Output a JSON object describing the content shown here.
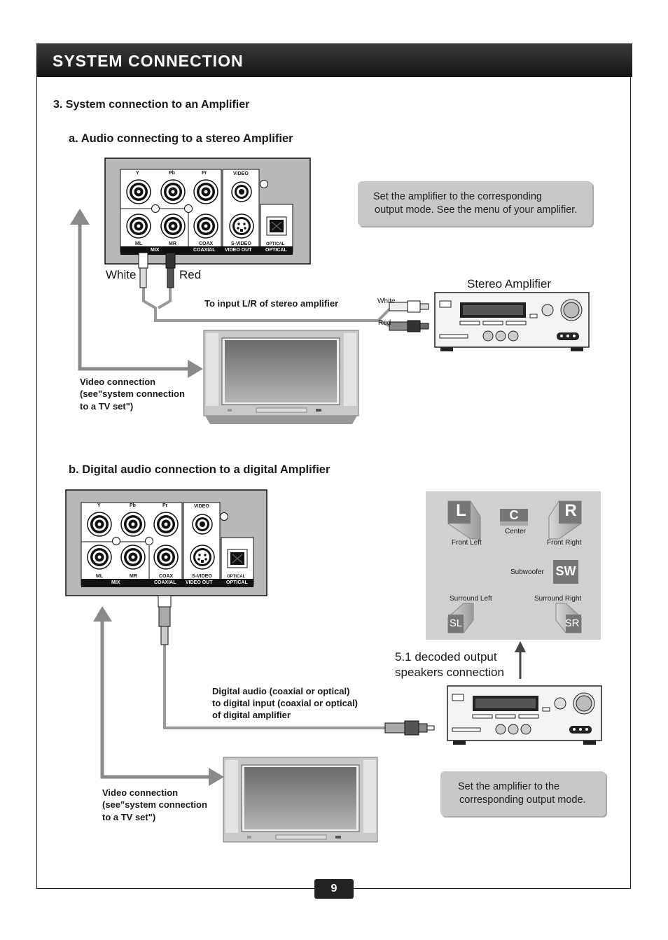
{
  "header": {
    "title": "SYSTEM CONNECTION"
  },
  "section": {
    "heading": "3. System connection to an  Amplifier"
  },
  "part_a": {
    "heading": "a. Audio connecting to a stereo Amplifier",
    "note_line1": "Set the amplifier to the corresponding",
    "note_line2": "output mode. See the menu of your amplifier.",
    "white_label": "White",
    "red_label": "Red",
    "stereo_amp_label": "Stereo Amplifier",
    "input_label": "To input L/R of stereo amplifier",
    "plug_white": "White",
    "plug_red": "Red",
    "video_line1": "Video connection",
    "video_line2": "(see\"system connection",
    "video_line3": "to a TV set\")"
  },
  "part_b": {
    "heading": "b. Digital audio connection to a digital Amplifier",
    "decoded_line1": "5.1 decoded output",
    "decoded_line2": "speakers connection",
    "digital_line1": "Digital audio  (coaxial or optical)",
    "digital_line2": "to digital input  (coaxial or optical)",
    "digital_line3": "of digital amplifier",
    "video_line1": "Video connection",
    "video_line2": "(see\"system connection",
    "video_line3": "to a TV set\")",
    "note_line1": "Set the amplifier to the",
    "note_line2": "corresponding output mode."
  },
  "panel_labels": {
    "y": "Y",
    "pb": "Pb",
    "pr": "Pr",
    "video": "VIDEO",
    "ml": "ML",
    "mr": "MR",
    "coax": "COAX",
    "svideo": "S-VIDEO",
    "optical_small": "OPTICAL",
    "mix": "MIX",
    "coaxial": "COAXIAL",
    "video_out": "VIDEO OUT",
    "optical": "OPTICAL"
  },
  "speakers": {
    "l": "L",
    "c": "C",
    "r": "R",
    "sw": "SW",
    "sl": "SL",
    "sr": "SR",
    "front_left": "Front Left",
    "center": "Center",
    "front_right": "Front Right",
    "subwoofer": "Subwoofer",
    "surround_left": "Surround Left",
    "surround_right": "Surround Right"
  },
  "page_number": "9"
}
